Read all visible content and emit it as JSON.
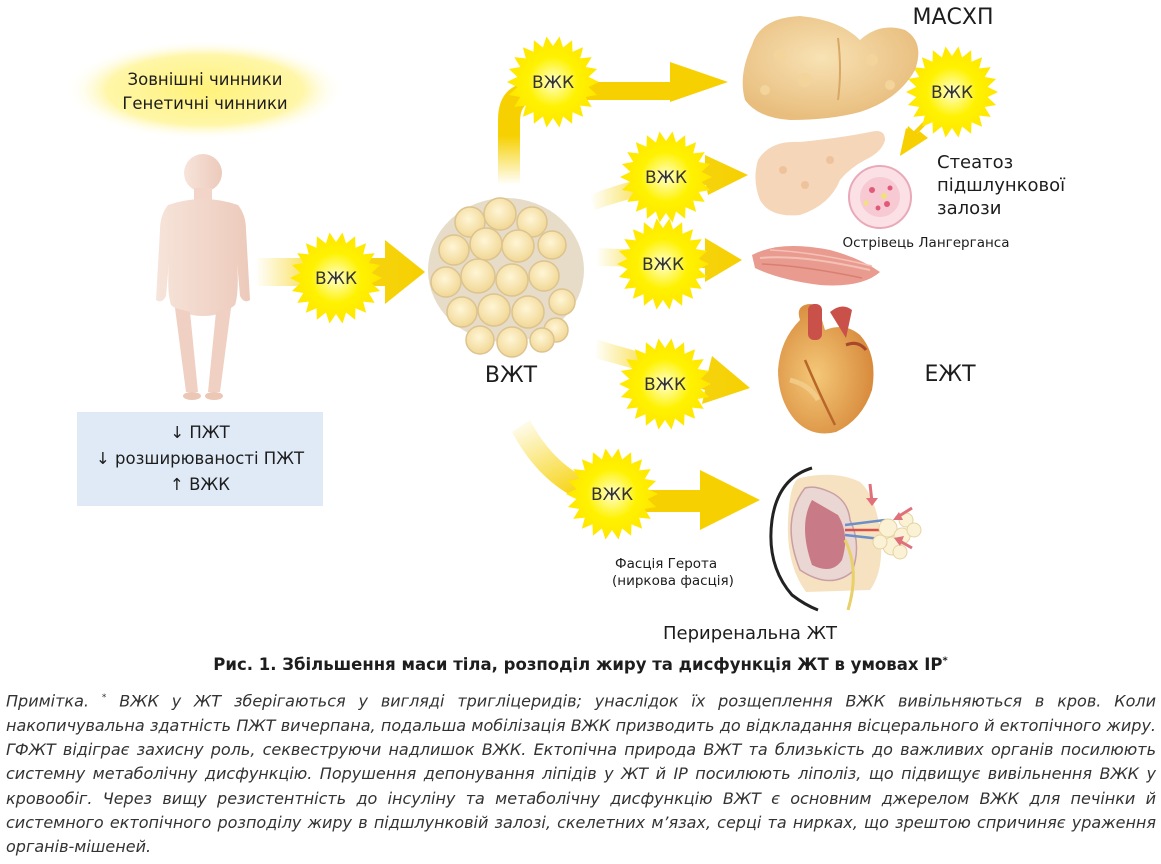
{
  "factors": [
    "Зовнішні чинники",
    "Генетичні чинники"
  ],
  "sat_box": [
    "↓ ПЖТ",
    "↓ розширюваності ПЖТ",
    "↑ ВЖК"
  ],
  "burst_label": "ВЖК",
  "vat_label": "ВЖТ",
  "organs": {
    "liver": "МАСХП",
    "pancreas": [
      "Стеатоз",
      "підшлункової",
      "залози"
    ],
    "islet": "Острівець Лангерганса",
    "heart": "ЕЖТ",
    "fascia": [
      "Фасція Герота",
      "(ниркова фасція)"
    ],
    "perirenal": "Периренальна ЖТ"
  },
  "caption": {
    "text": "Рис. 1. Збільшення маси тіла, розподіл жиру та дисфункція ЖТ в умовах ІР",
    "mark": "*"
  },
  "note": {
    "label": "Примітка.",
    "mark": "*",
    "text": " ВЖК у ЖТ зберігаються у вигляді тригліцеридів; унаслідок їх розщеплення ВЖК вивільняються в кров. Коли накопичувальна здатність ПЖТ вичерпана, подальша мобілізація ВЖК призводить до відкладання вісцерального й ектопічного жиру. ГФЖТ відіграє захисну роль, секвеструючи надлишок ВЖК. Ектопічна природа ВЖТ та близькість до важливих органів посилюють системну метаболічну дисфункцію. Порушення депонування ліпідів у ЖТ й ІР посилюють ліполіз, що підвищує вивільнення ВЖК у кровообіг. Через вищу резистентність до інсуліну та метаболічну дисфункцію ВЖТ є основним джерелом ВЖК для печінки й системного ектопічного розподілу жиру в підшлунковій залозі, скелетних м’язах, серці та нирках, що зрештою спричиняє ураження органів-мішеней."
  },
  "colors": {
    "arrow": "#f6d000",
    "burst": "#fff200",
    "glow": "#fff38a",
    "sat_box": "#dfeaf6"
  }
}
